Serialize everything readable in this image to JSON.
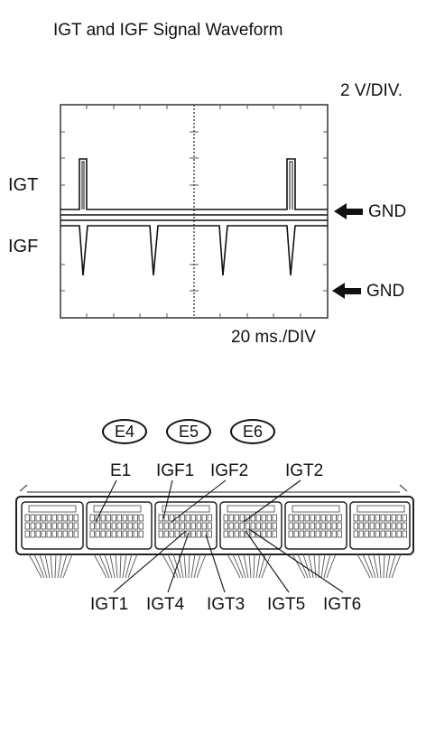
{
  "title": "IGT and IGF Signal Waveform",
  "scope": {
    "volt_div": "2 V/DIV.",
    "time_div": "20 ms./DIV",
    "channels": [
      "IGT",
      "IGF"
    ],
    "gnd_label": "GND"
  },
  "connectors": [
    "E4",
    "E5",
    "E6"
  ],
  "pins_top": [
    "E1",
    "IGF1",
    "IGF2",
    "IGT2"
  ],
  "pins_bottom": [
    "IGT1",
    "IGT4",
    "IGT3",
    "IGT5",
    "IGT6"
  ]
}
